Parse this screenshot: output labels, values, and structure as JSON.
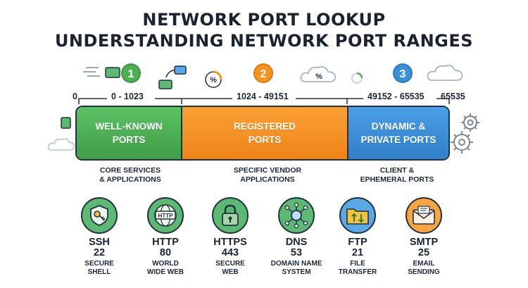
{
  "title_line1": "NETWORK PORT LOOKUP",
  "title_line2": "UNDERSTANDING NETWORK PORT RANGES",
  "scale": {
    "start": "0",
    "end": "65535"
  },
  "ranges": [
    {
      "number": "1",
      "range": "0 - 1023",
      "label_line1": "WELL-KNOWN",
      "label_line2": "PORTS",
      "caption_line1": "CORE SERVICES",
      "caption_line2": "& APPLICATIONS",
      "color": "#4caf50"
    },
    {
      "number": "2",
      "range": "1024 - 49151",
      "label_line1": "REGISTERED",
      "label_line2": "PORTS",
      "caption_line1": "SPECIFIC VENDOR",
      "caption_line2": "APPLICATIONS",
      "color": "#f7931e"
    },
    {
      "number": "3",
      "range": "49152 - 65535",
      "label_line1": "DYNAMIC &",
      "label_line2": "PRIVATE PORTS",
      "caption_line1": "CLIENT &",
      "caption_line2": "EPHEMERAL PORTS",
      "color": "#3a8fd9"
    }
  ],
  "services": [
    {
      "name": "SSH",
      "port": "22",
      "desc_line1": "SECURE",
      "desc_line2": "SHELL",
      "icon": "shield-key-icon",
      "color": "#5bb974"
    },
    {
      "name": "HTTP",
      "port": "80",
      "desc_line1": "WORLD",
      "desc_line2": "WIDE WEB",
      "icon": "globe-icon",
      "color": "#5bb974",
      "icon_text": "HTTP"
    },
    {
      "name": "HTTPS",
      "port": "443",
      "desc_line1": "SECURE",
      "desc_line2": "WEB",
      "icon": "padlock-icon",
      "color": "#5bb974"
    },
    {
      "name": "DNS",
      "port": "53",
      "desc_line1": "DOMAIN NAME",
      "desc_line2": "SYSTEM",
      "icon": "network-search-icon",
      "color": "#5bb974"
    },
    {
      "name": "FTP",
      "port": "21",
      "desc_line1": "FILE",
      "desc_line2": "TRANSFER",
      "icon": "folder-transfer-icon",
      "color": "#5aa8e6"
    },
    {
      "name": "SMTP",
      "port": "25",
      "desc_line1": "EMAIL",
      "desc_line2": "SENDING",
      "icon": "envelope-icon",
      "color": "#f7a541"
    }
  ],
  "percent_symbol": "%"
}
